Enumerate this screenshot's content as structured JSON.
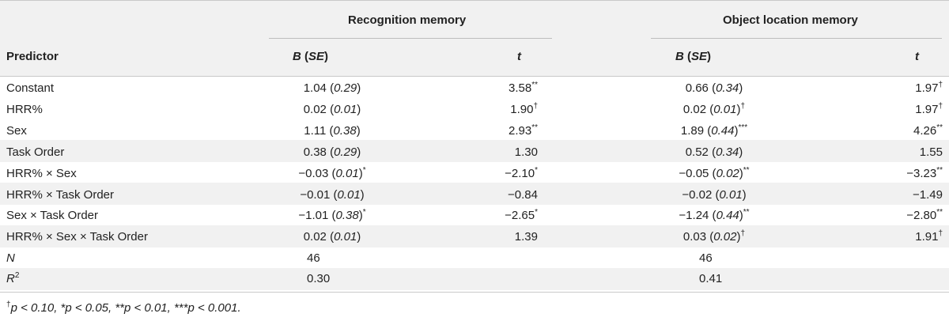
{
  "table": {
    "group_headers": [
      "Recognition memory",
      "Object location memory"
    ],
    "col_predictor": "Predictor",
    "col_b": "B",
    "col_se": "SE",
    "col_t": "t",
    "rows": [
      {
        "predictor": "Constant",
        "rm_b": "1.04",
        "rm_se": "0.29",
        "rm_b_sig": "",
        "rm_t": "3.58",
        "rm_t_sig": "**",
        "ol_b": "0.66",
        "ol_se": "0.34",
        "ol_b_sig": "",
        "ol_t": "1.97",
        "ol_t_sig": "†"
      },
      {
        "predictor": "HRR%",
        "rm_b": "0.02",
        "rm_se": "0.01",
        "rm_b_sig": "",
        "rm_t": "1.90",
        "rm_t_sig": "†",
        "ol_b": "0.02",
        "ol_se": "0.01",
        "ol_b_sig": "†",
        "ol_t": "1.97",
        "ol_t_sig": "†"
      },
      {
        "predictor": "Sex",
        "rm_b": "1.11",
        "rm_se": "0.38",
        "rm_b_sig": "",
        "rm_t": "2.93",
        "rm_t_sig": "**",
        "ol_b": "1.89",
        "ol_se": "0.44",
        "ol_b_sig": "***",
        "ol_t": "4.26",
        "ol_t_sig": "**"
      },
      {
        "predictor": "Task Order",
        "rm_b": "0.38",
        "rm_se": "0.29",
        "rm_b_sig": "",
        "rm_t": "1.30",
        "rm_t_sig": "",
        "ol_b": "0.52",
        "ol_se": "0.34",
        "ol_b_sig": "",
        "ol_t": "1.55",
        "ol_t_sig": ""
      },
      {
        "predictor": "HRR% × Sex",
        "rm_b": "−0.03",
        "rm_se": "0.01",
        "rm_b_sig": "*",
        "rm_t": "−2.10",
        "rm_t_sig": "*",
        "ol_b": "−0.05",
        "ol_se": "0.02",
        "ol_b_sig": "**",
        "ol_t": "−3.23",
        "ol_t_sig": "**"
      },
      {
        "predictor": "HRR% × Task Order",
        "rm_b": "−0.01",
        "rm_se": "0.01",
        "rm_b_sig": "",
        "rm_t": "−0.84",
        "rm_t_sig": "",
        "ol_b": "−0.02",
        "ol_se": "0.01",
        "ol_b_sig": "",
        "ol_t": "−1.49",
        "ol_t_sig": ""
      },
      {
        "predictor": "Sex × Task Order",
        "rm_b": "−1.01",
        "rm_se": "0.38",
        "rm_b_sig": "*",
        "rm_t": "−2.65",
        "rm_t_sig": "*",
        "ol_b": "−1.24",
        "ol_se": "0.44",
        "ol_b_sig": "**",
        "ol_t": "−2.80",
        "ol_t_sig": "**"
      },
      {
        "predictor": "HRR% × Sex × Task Order",
        "rm_b": "0.02",
        "rm_se": "0.01",
        "rm_b_sig": "",
        "rm_t": "1.39",
        "rm_t_sig": "",
        "ol_b": "0.03",
        "ol_se": "0.02",
        "ol_b_sig": "†",
        "ol_t": "1.91",
        "ol_t_sig": "†"
      }
    ],
    "n_label": "N",
    "n_rm": "46",
    "n_ol": "46",
    "r2_label": "R",
    "r2_sup": "2",
    "r2_rm": "0.30",
    "r2_ol": "0.41"
  },
  "footnote": {
    "p1_mark": "†",
    "text": "p < 0.10, *p < 0.05, **p < 0.01, ***p < 0.001."
  }
}
